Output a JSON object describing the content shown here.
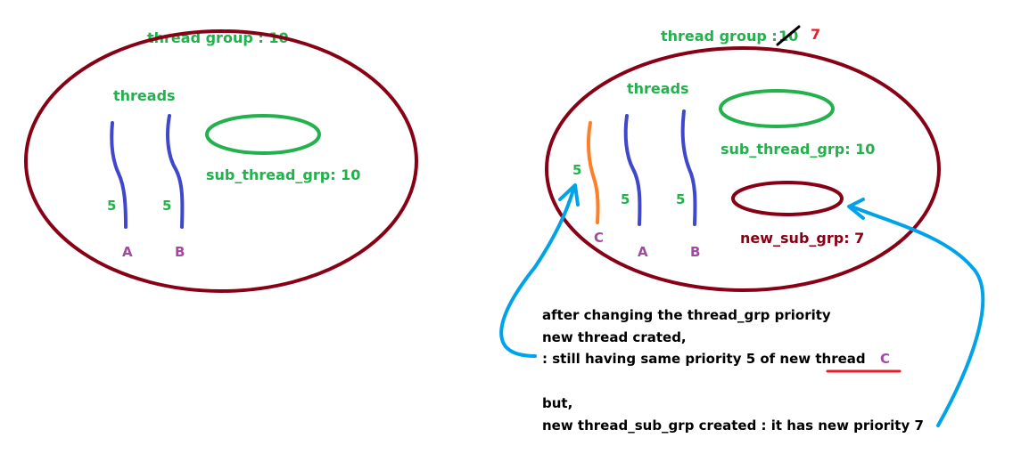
{
  "left": {
    "group_label": "thread group : 10",
    "threads_label": "threads",
    "sub_group_label": "sub_thread_grp: 10",
    "thread_a": {
      "priority": "5",
      "name": "A"
    },
    "thread_b": {
      "priority": "5",
      "name": "B"
    }
  },
  "right": {
    "group_label": "thread group : ",
    "old_value": "10",
    "new_value": "7",
    "threads_label": "threads",
    "sub_group_label": "sub_thread_grp: 10",
    "new_sub_group_label": "new_sub_grp: 7",
    "thread_c": {
      "priority": "5",
      "name": "C"
    },
    "thread_a": {
      "priority": "5",
      "name": "A"
    },
    "thread_b": {
      "priority": "5",
      "name": "B"
    }
  },
  "notes": {
    "line1": "after changing the thread_grp priority",
    "line2": "new thread crated,",
    "line3_prefix": ": still having same priority 5 of new ",
    "line3_word": "thread",
    "line3_letter": "C",
    "line4": "but,",
    "line5": "new thread_sub_grp created : it has new priority 7"
  },
  "colors": {
    "group_ellipse": "#880015",
    "sub_group_ellipse": "#22b14c",
    "thread_line": "#3f48cc",
    "new_thread_line": "#ff7f27",
    "arrow": "#00a2e8",
    "underline": "#ed1c24"
  }
}
